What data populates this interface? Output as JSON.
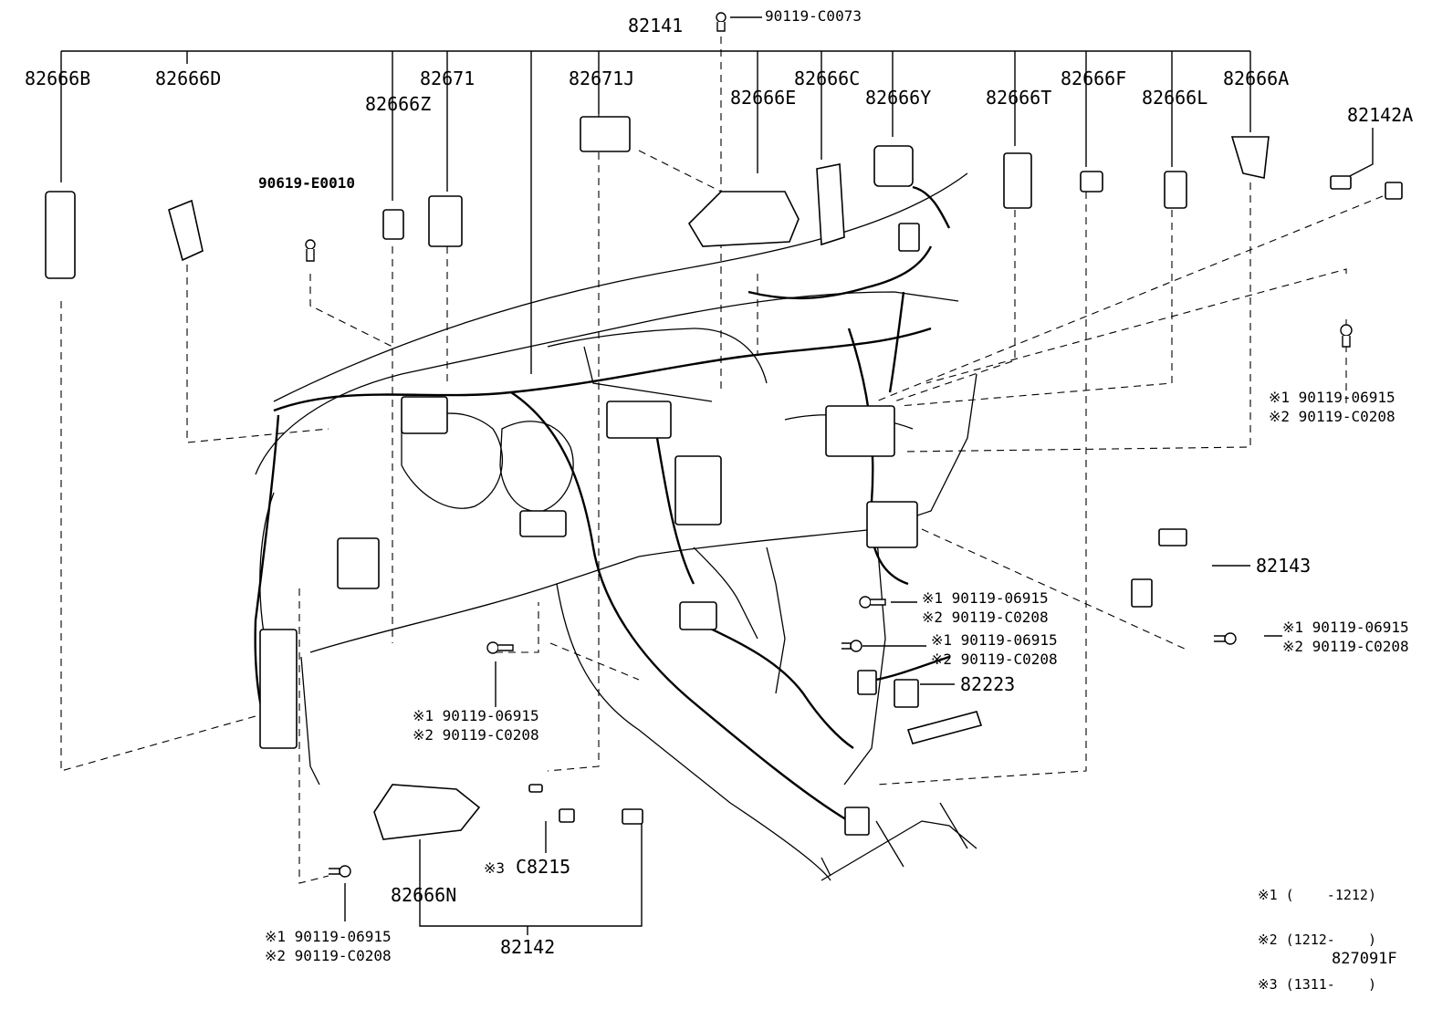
{
  "diagram_id": "827091F",
  "parts": {
    "main_harness": "82141",
    "screw_top": "90119-C0073",
    "p82666B": "82666B",
    "p82666D": "82666D",
    "p82666Z": "82666Z",
    "p82671": "82671",
    "p82671J": "82671J",
    "p82666E": "82666E",
    "p82666C": "82666C",
    "p82666Y": "82666Y",
    "p82666T": "82666T",
    "p82666F": "82666F",
    "p82666L": "82666L",
    "p82666A": "82666A",
    "p82142A": "82142A",
    "clip_overlap": "90619-E0010",
    "p82143": "82143",
    "p82223": "82223",
    "p82666N": "82666N",
    "p82142": "82142",
    "c8215": "C8215"
  },
  "bolt_callouts": [
    {
      "line1": "※1 90119-06915",
      "line2": "※2 90119-C0208"
    },
    {
      "line1": "※1 90119-06915",
      "line2": "※2 90119-C0208"
    },
    {
      "line1": "※1 90119-06915",
      "line2": "※2 90119-C0208"
    },
    {
      "line1": "※1 90119-06915",
      "line2": "※2 90119-C0208"
    },
    {
      "line1": "※1 90119-06915",
      "line2": "※2 90119-C0208"
    },
    {
      "line1": "※1 90119-06915",
      "line2": "※2 90119-C0208"
    }
  ],
  "c8215_prefix": "※3",
  "legend": {
    "n1": "※1 (    -1212)",
    "n2": "※2 (1212-    )",
    "n3": "※3 (1311-    )"
  }
}
